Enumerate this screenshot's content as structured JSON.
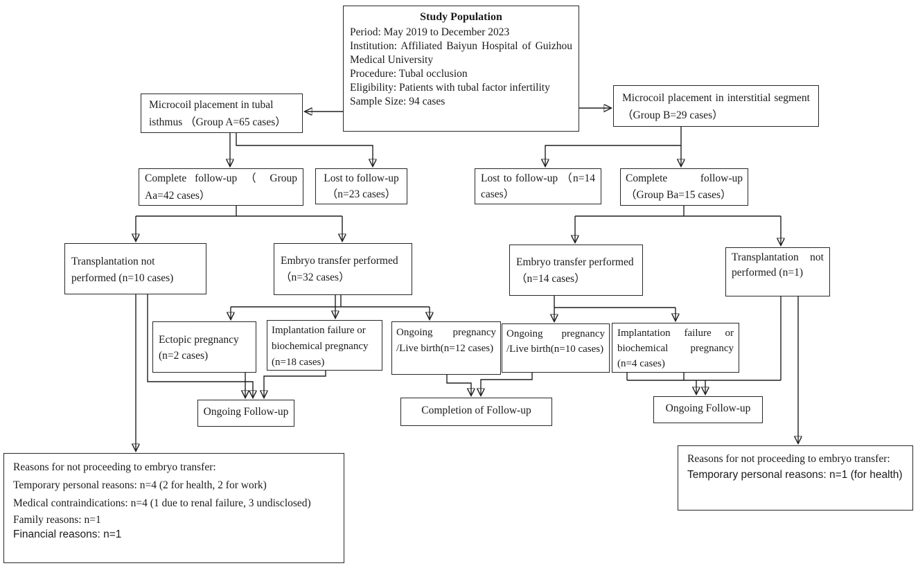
{
  "diagram": {
    "type": "flowchart",
    "nodes": {
      "study": {
        "title": "Study Population",
        "lines": [
          "Period: May 2019 to December 2023",
          "Institution: Affiliated Baiyun Hospital of Guizhou Medical University",
          "Procedure: Tubal occlusion",
          "Eligibility: Patients with tubal factor infertility",
          "Sample Size: 94 cases"
        ]
      },
      "group_a": "Microcoil placement in tubal isthmus （Group A=65 cases）",
      "group_b": "Microcoil placement in interstitial segment （Group B=29 cases）",
      "complete_a": "Complete follow-up （ Group Aa=42 cases）",
      "lost_a": "Lost to follow-up （n=23 cases）",
      "lost_b": "Lost to follow-up （n=14 cases）",
      "complete_b": "Complete follow-up （Group Ba=15 cases）",
      "transplant_a": "Transplantation not performed (n=10 cases)",
      "embryo_a": "Embryo transfer performed （n=32 cases）",
      "embryo_b": "Embryo transfer performed （n=14 cases）",
      "transplant_b": "Transplantation not performed (n=1)",
      "ectopic": "Ectopic pregnancy (n=2 cases)",
      "implant_a": "Implantation failure or biochemical pregnancy (n=18 cases)",
      "ongoing_preg_a": "Ongoing pregnancy /Live birth(n=12 cases)",
      "ongoing_preg_b": "Ongoing pregnancy /Live birth(n=10 cases)",
      "implant_b": "Implantation failure or biochemical pregnancy (n=4 cases)",
      "ongoing_fu_a": "Ongoing Follow-up",
      "completion": "Completion of Follow-up",
      "ongoing_fu_b": "Ongoing Follow-up",
      "reasons_a": {
        "lines": [
          "Reasons for not proceeding to embryo transfer:",
          "Temporary personal reasons: n=4 (2 for health, 2 for work)",
          "Medical contraindications: n=4 (1 due to renal failure, 3 undisclosed)",
          "Family reasons: n=1",
          "Financial reasons: n=1"
        ]
      },
      "reasons_b": {
        "lines": [
          "Reasons for not proceeding to embryo transfer:",
          "Temporary personal reasons: n=1 (for health)"
        ]
      }
    },
    "colors": {
      "line": "#1f1f1f",
      "border": "#262626",
      "text": "#1a1a1a",
      "background": "#ffffff"
    }
  }
}
